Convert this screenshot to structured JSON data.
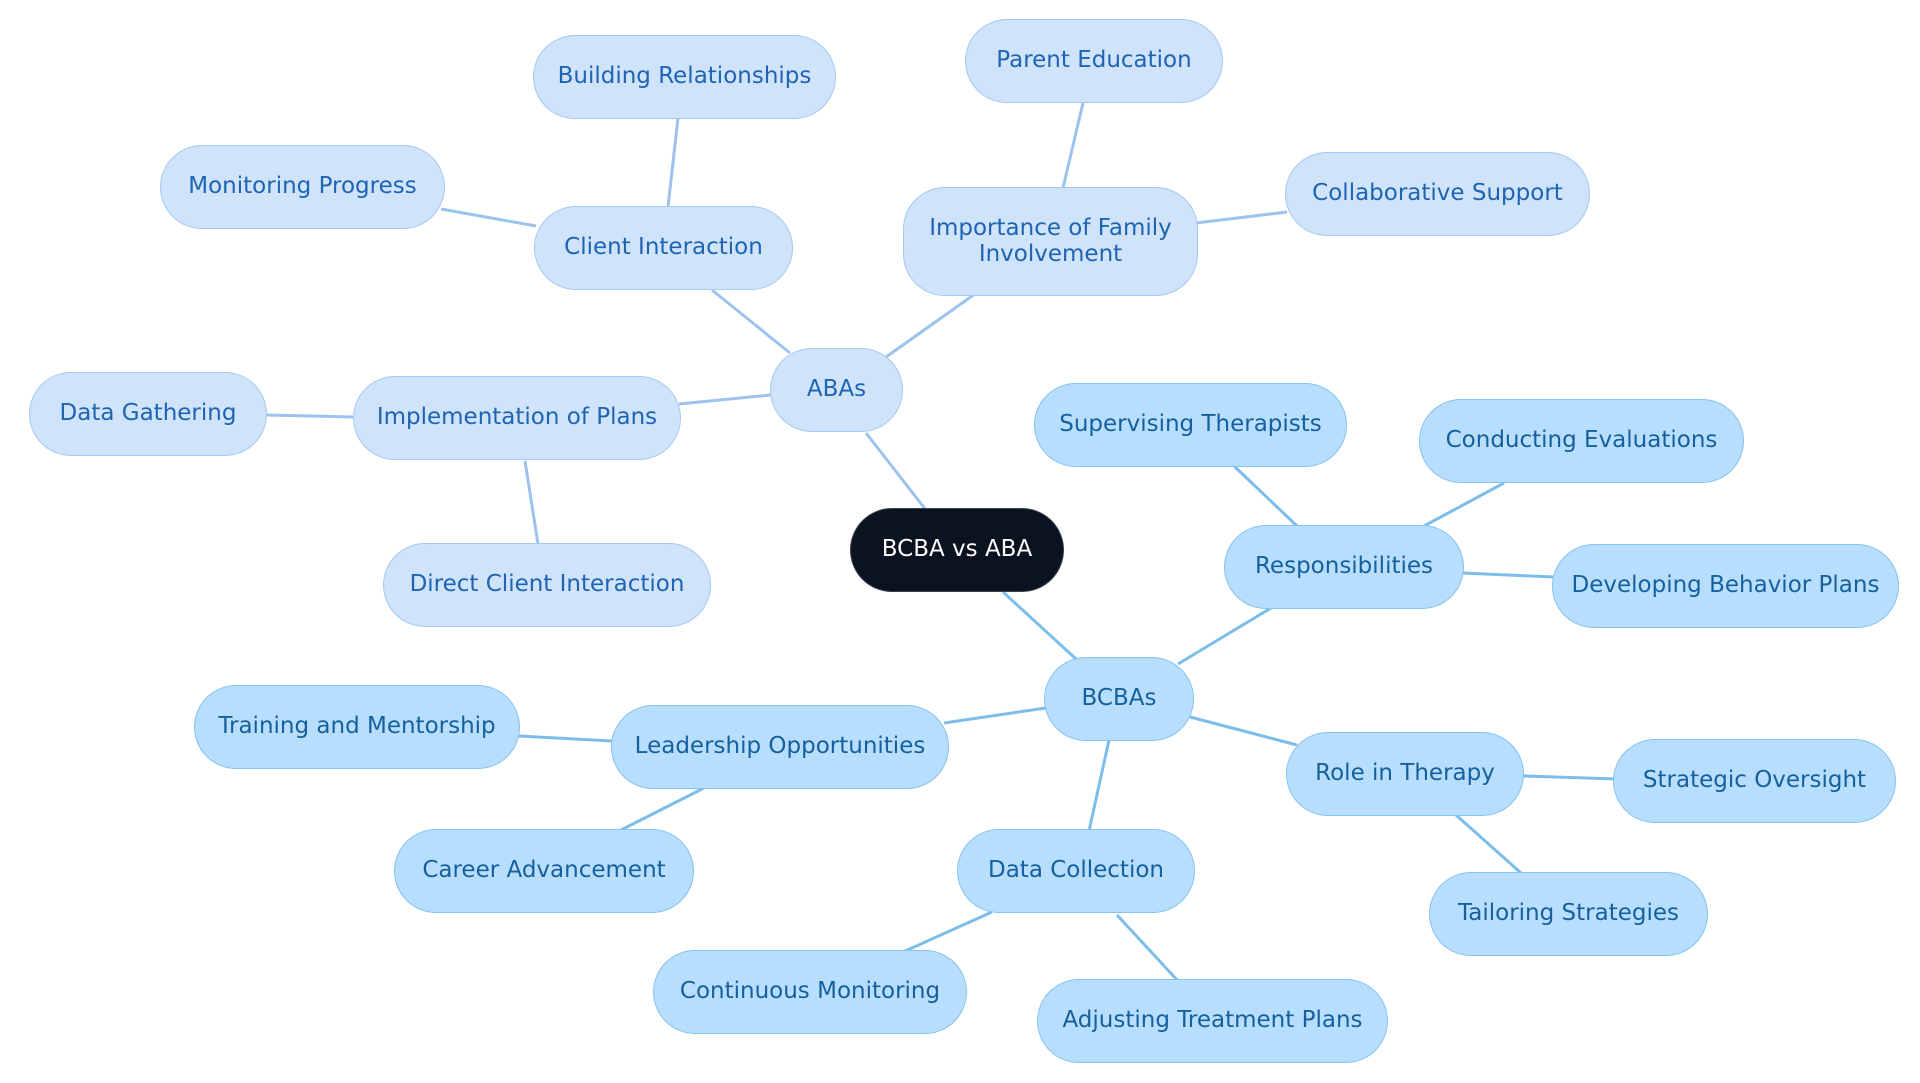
{
  "diagram": {
    "root": "BCBA vs ABA",
    "aba": {
      "label": "ABAs",
      "client_interaction": "Client Interaction",
      "building_relationships": "Building Relationships",
      "monitoring_progress": "Monitoring Progress",
      "family_involvement": "Importance of Family\nInvolvement",
      "parent_education": "Parent Education",
      "collaborative_support": "Collaborative Support",
      "implementation_of_plans": "Implementation of Plans",
      "data_gathering": "Data Gathering",
      "direct_client_interaction": "Direct Client Interaction"
    },
    "bcba": {
      "label": "BCBAs",
      "responsibilities": "Responsibilities",
      "supervising_therapists": "Supervising Therapists",
      "conducting_evaluations": "Conducting Evaluations",
      "developing_behavior_plans": "Developing Behavior Plans",
      "leadership_opportunities": "Leadership Opportunities",
      "training_and_mentorship": "Training and Mentorship",
      "career_advancement": "Career Advancement",
      "role_in_therapy": "Role in Therapy",
      "strategic_oversight": "Strategic Oversight",
      "tailoring_strategies": "Tailoring Strategies",
      "data_collection": "Data Collection",
      "continuous_monitoring": "Continuous Monitoring",
      "adjusting_treatment_plans": "Adjusting Treatment Plans"
    },
    "colors": {
      "root_fill": "#0b1220",
      "aba_fill": "#cfe3fb",
      "aba_text": "#1f64b3",
      "aba_edge": "#9cc3ee",
      "bcba_fill": "#b7defc",
      "bcba_text": "#16609e",
      "bcba_edge": "#7dbde9"
    }
  }
}
